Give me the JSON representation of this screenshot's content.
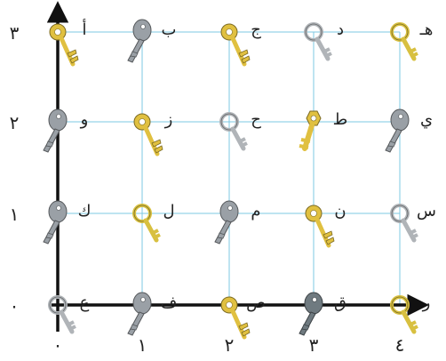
{
  "grid": {
    "columns": 5,
    "rows": 4,
    "x_ticks": [
      "٠",
      "١",
      "٢",
      "٣",
      "٤"
    ],
    "y_ticks": [
      "٠",
      "١",
      "٢",
      "٣"
    ],
    "grid_color": "#7ec8e3",
    "axis_color": "#111111"
  },
  "keys": [
    {
      "label": "أ",
      "col": 0,
      "row": 3,
      "style": "gold-long",
      "color": "#e0c040"
    },
    {
      "label": "ب",
      "col": 1,
      "row": 3,
      "style": "silver-flat",
      "color": "#9aa0a6"
    },
    {
      "label": "ج",
      "col": 2,
      "row": 3,
      "style": "gold-long",
      "color": "#e0c040"
    },
    {
      "label": "د",
      "col": 3,
      "row": 3,
      "style": "silver-ring",
      "color": "#b0b4b8"
    },
    {
      "label": "هـ",
      "col": 4,
      "row": 3,
      "style": "gold-ring",
      "color": "#d8c040"
    },
    {
      "label": "و",
      "col": 0,
      "row": 2,
      "style": "silver-flat",
      "color": "#9aa0a6"
    },
    {
      "label": "ز",
      "col": 1,
      "row": 2,
      "style": "gold-long",
      "color": "#e0c040"
    },
    {
      "label": "ح",
      "col": 2,
      "row": 2,
      "style": "silver-ring",
      "color": "#b0b4b8"
    },
    {
      "label": "ط",
      "col": 3,
      "row": 2,
      "style": "gold-ornate",
      "color": "#e0c040"
    },
    {
      "label": "ي",
      "col": 4,
      "row": 2,
      "style": "silver-flat",
      "color": "#9aa0a6"
    },
    {
      "label": "ك",
      "col": 0,
      "row": 1,
      "style": "silver-flat",
      "color": "#9aa0a6"
    },
    {
      "label": "ل",
      "col": 1,
      "row": 1,
      "style": "gold-ring",
      "color": "#d8c040"
    },
    {
      "label": "م",
      "col": 2,
      "row": 1,
      "style": "silver-flat",
      "color": "#9aa0a6"
    },
    {
      "label": "ن",
      "col": 3,
      "row": 1,
      "style": "gold-long",
      "color": "#e0c040"
    },
    {
      "label": "س",
      "col": 4,
      "row": 1,
      "style": "silver-ring",
      "color": "#b0b4b8"
    },
    {
      "label": "ع",
      "col": 0,
      "row": 0,
      "style": "silver-ring",
      "color": "#b0b4b8"
    },
    {
      "label": "ف",
      "col": 1,
      "row": 0,
      "style": "silver-flat",
      "color": "#9aa0a6"
    },
    {
      "label": "ص",
      "col": 2,
      "row": 0,
      "style": "gold-long",
      "color": "#e0c040"
    },
    {
      "label": "ق",
      "col": 3,
      "row": 0,
      "style": "dark-flat",
      "color": "#6f7a80"
    },
    {
      "label": "ر",
      "col": 4,
      "row": 0,
      "style": "gold-ring",
      "color": "#d8c040"
    }
  ]
}
